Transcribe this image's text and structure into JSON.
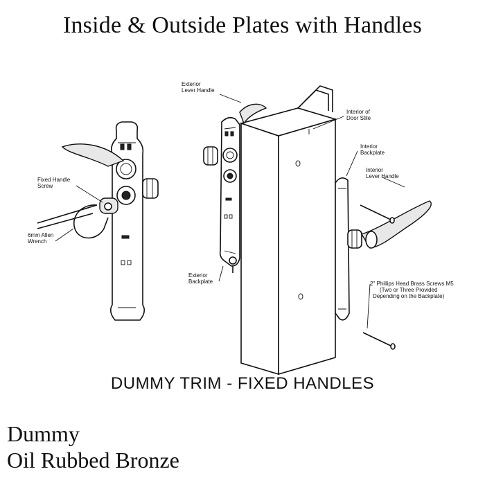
{
  "title": "Inside & Outside Plates with Handles",
  "caption": "DUMMY TRIM - FIXED HANDLES",
  "product": {
    "name": "Dummy",
    "finish": "Oil Rubbed Bronze"
  },
  "callouts": {
    "exterior_lever_handle_l1": "Exterior",
    "exterior_lever_handle_l2": "Lever Handle",
    "interior_door_stile_l1": "Interior of",
    "interior_door_stile_l2": "Door Stile",
    "interior_backplate_l1": "Interior",
    "interior_backplate_l2": "Backplate",
    "interior_lever_handle_l1": "Interior",
    "interior_lever_handle_l2": "Lever Handle",
    "fixed_handle_screw_l1": "Fixed Handle",
    "fixed_handle_screw_l2": "Screw",
    "allen_wrench_l1": "6mm Allen",
    "allen_wrench_l2": "Wrench",
    "exterior_backplate_l1": "Exterior",
    "exterior_backplate_l2": "Backplate",
    "screws_l1": "2\" Phillips Head Brass Screws M5",
    "screws_l2": "(Two or Three Provided",
    "screws_l3": "Depending on the Backplate)"
  }
}
